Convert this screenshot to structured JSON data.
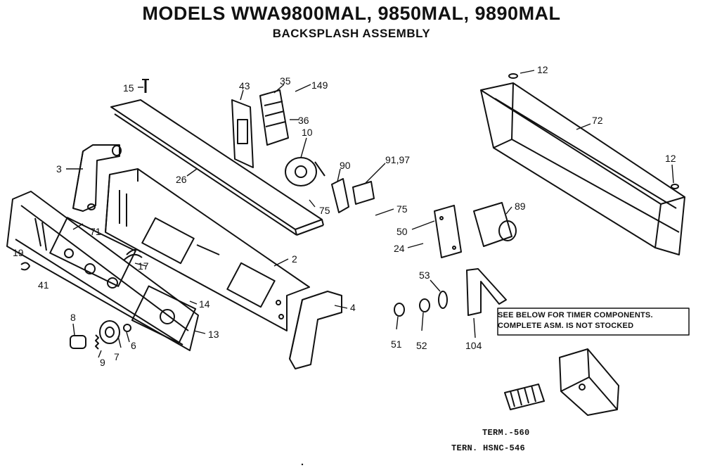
{
  "header": {
    "title": "MODELS WWA9800MAL, 9850MAL, 9890MAL",
    "subtitle": "BACKSPLASH ASSEMBLY"
  },
  "note": {
    "line1": "SEE BELOW FOR TIMER COMPONENTS.",
    "line2": "COMPLETE ASM. IS NOT STOCKED"
  },
  "terminals": {
    "term1": "TERM.-560",
    "term2": "TERN. HSNC-546"
  },
  "part_labels": {
    "p15": "15",
    "p43": "43",
    "p35": "35",
    "p149": "149",
    "p36": "36",
    "p10": "10",
    "p26": "26",
    "p3": "3",
    "p90": "90",
    "p9197": "91,97",
    "p75a": "75",
    "p75b": "75",
    "p71": "71",
    "p2": "2",
    "p17": "17",
    "p19": "19",
    "p41": "41",
    "p14": "14",
    "p4": "4",
    "p13": "13",
    "p8": "8",
    "p6": "6",
    "p9": "9",
    "p7": "7",
    "p12a": "12",
    "p72": "72",
    "p12b": "12",
    "p50": "50",
    "p89": "89",
    "p24": "24",
    "p53": "53",
    "p51": "51",
    "p52": "52",
    "p104": "104"
  }
}
